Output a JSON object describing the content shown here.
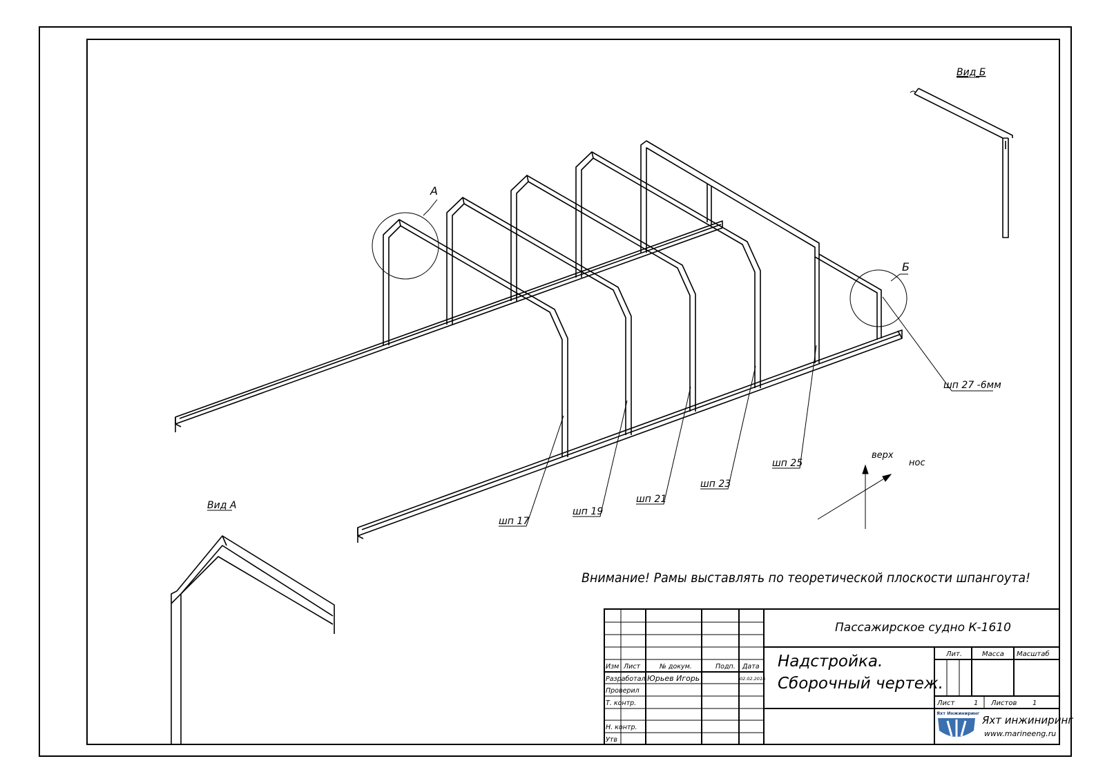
{
  "views": {
    "view_a": "Вид А",
    "view_b": "Вид Б",
    "callout_a": "А",
    "callout_b": "Б"
  },
  "frames": [
    {
      "label": "шп 17"
    },
    {
      "label": "шп 19"
    },
    {
      "label": "шп 21"
    },
    {
      "label": "шп 23"
    },
    {
      "label": "шп 25"
    }
  ],
  "frame_27_label": "шп 27 -6мм",
  "directions": {
    "up": "верх",
    "bow": "нос"
  },
  "notice": "Внимание! Рамы выставлять по теоретической плоскости шпангоута!",
  "title_block": {
    "project": "Пассажирское судно К-1610",
    "drawing_title_line1": "Надстройка.",
    "drawing_title_line2": "Сборочный чертеж.",
    "col_headers": [
      "Изм",
      "Лист",
      "№ докум.",
      "Подп.",
      "Дата"
    ],
    "rows": [
      {
        "role": "Разработал",
        "name": "Юрьев Игорь",
        "date": "02.02.2016"
      },
      {
        "role": "Проверил",
        "name": "",
        "date": ""
      },
      {
        "role": "Т. контр.",
        "name": "",
        "date": ""
      },
      {
        "role": "",
        "name": "",
        "date": ""
      },
      {
        "role": "Н. контр.",
        "name": "",
        "date": ""
      },
      {
        "role": "Утв",
        "name": "",
        "date": ""
      }
    ],
    "lit_header": "Лит.",
    "mass_header": "Масса",
    "scale_header": "Масштаб",
    "sheet_label": "Лист",
    "sheet_value": "1",
    "sheets_label": "Листов",
    "sheets_value": "1",
    "company_logo_text": "Яхт Инжиниринг",
    "company_name": "Яхт инжиниринг",
    "company_site": "www.marineeng.ru",
    "logo_color": "#3a6fb0"
  }
}
